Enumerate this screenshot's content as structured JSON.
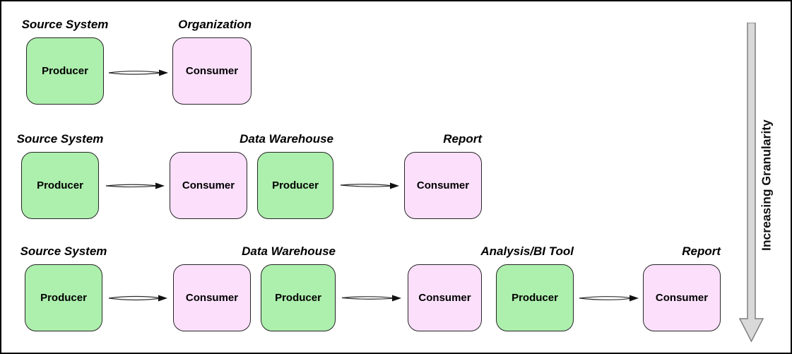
{
  "rows": [
    {
      "groups": [
        {
          "label": "Source System",
          "boxes": [
            {
              "label": "Producer"
            }
          ]
        },
        {
          "label": "Organization",
          "boxes": [
            {
              "label": "Consumer"
            }
          ]
        }
      ]
    },
    {
      "groups": [
        {
          "label": "Source System",
          "boxes": [
            {
              "label": "Producer"
            }
          ]
        },
        {
          "label": "Data Warehouse",
          "boxes": [
            {
              "label": "Consumer"
            },
            {
              "label": "Producer"
            }
          ]
        },
        {
          "label": "Report",
          "boxes": [
            {
              "label": "Consumer"
            }
          ]
        }
      ]
    },
    {
      "groups": [
        {
          "label": "Source System",
          "boxes": [
            {
              "label": "Producer"
            }
          ]
        },
        {
          "label": "Data Warehouse",
          "boxes": [
            {
              "label": "Consumer"
            },
            {
              "label": "Producer"
            }
          ]
        },
        {
          "label": "Analysis/BI Tool",
          "boxes": [
            {
              "label": "Consumer"
            },
            {
              "label": "Producer"
            }
          ]
        },
        {
          "label": "Report",
          "boxes": [
            {
              "label": "Consumer"
            }
          ]
        }
      ]
    }
  ],
  "axis": {
    "label": "Increasing Granularity"
  },
  "colors": {
    "producer_fill": "#ADEFAD",
    "consumer_fill": "#FBDFFB",
    "box_border": "#262626",
    "arrow_color": "#303030",
    "granularity_fill": "#D9D9D9",
    "granularity_border": "#7F7F7F",
    "background": "#FFFFFF",
    "frame_border": "#000000"
  }
}
